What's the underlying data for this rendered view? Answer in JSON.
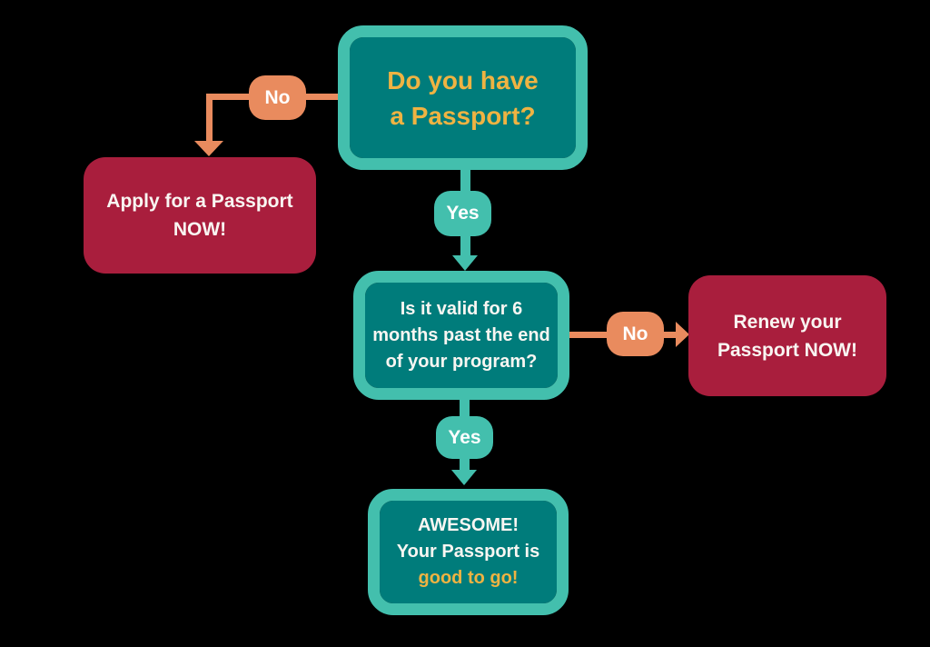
{
  "palette": {
    "bg": "#000000",
    "teal-dark": "#007C7B",
    "teal-light": "#43BFAD",
    "orange": "#E98B5E",
    "crimson": "#A91E3D",
    "gold": "#EFB342",
    "text-light": "#F9F6F2"
  },
  "flowchart": {
    "nodes": {
      "q1": {
        "lines": [
          "Do you have",
          "a Passport?"
        ]
      },
      "apply": {
        "lines": [
          "Apply for a Passport",
          "NOW!"
        ]
      },
      "q2": {
        "lines": [
          "Is it valid for 6",
          "months past the end",
          "of your program?"
        ]
      },
      "renew": {
        "lines": [
          "Renew your",
          "Passport NOW!"
        ]
      },
      "awesome": {
        "lines": [
          "AWESOME!",
          "Your Passport is",
          "good to go!"
        ]
      }
    },
    "labels": {
      "no1": "No",
      "yes1": "Yes",
      "no2": "No",
      "yes2": "Yes"
    }
  }
}
